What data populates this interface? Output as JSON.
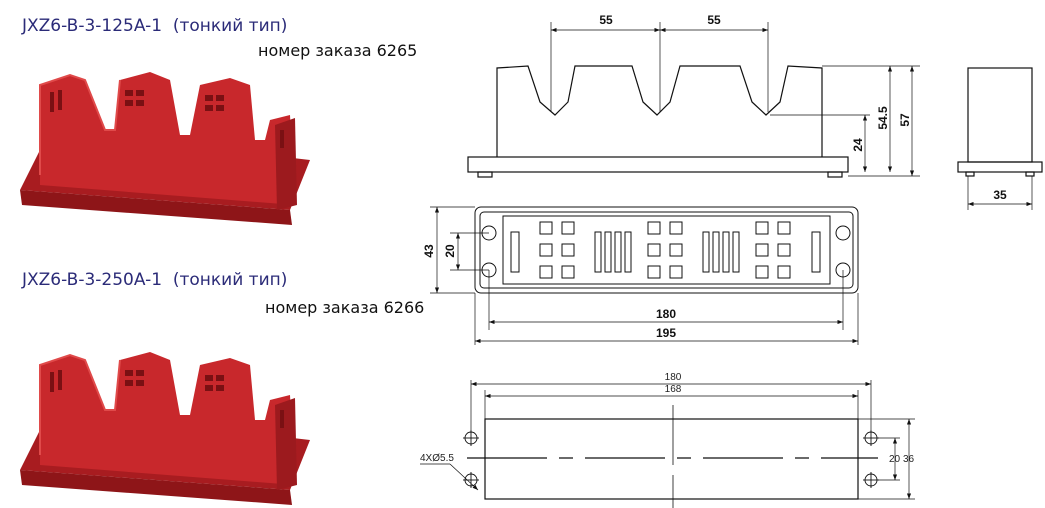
{
  "products": [
    {
      "title": "JXZ6-B-3-125A-1  (тонкий тип)",
      "order": "номер заказа 6265"
    },
    {
      "title": "JXZ6-B-3-250A-1  (тонкий тип)",
      "order": "номер заказа 6266"
    }
  ],
  "front_view": {
    "pitch_left": "55",
    "pitch_right": "55",
    "h_notch": "24",
    "h_body": "54.5",
    "h_total": "57"
  },
  "side_view": {
    "width": "35"
  },
  "top_view": {
    "h_outer": "43",
    "h_holes": "20",
    "w_inner": "180",
    "w_outer": "195"
  },
  "mounting_view": {
    "w_outer": "180",
    "w_inner": "168",
    "holes": "4XØ5.5",
    "h_holes": "20",
    "h_outer": "36"
  },
  "colors": {
    "title": "#2b2b78",
    "product": "#c8282c"
  }
}
